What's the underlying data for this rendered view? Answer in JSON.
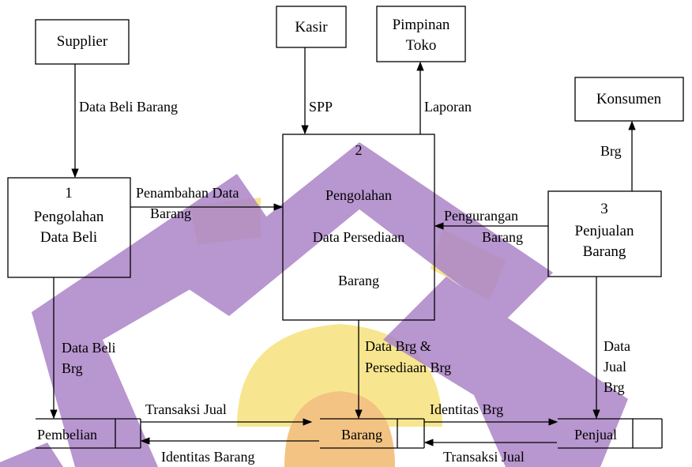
{
  "entities": {
    "supplier": "Supplier",
    "kasir": "Kasir",
    "pimpinan": [
      "Pimpinan",
      "Toko"
    ],
    "konsumen": "Konsumen"
  },
  "processes": {
    "p1": {
      "number": "1",
      "lines": [
        "Pengolahan",
        "Data Beli"
      ]
    },
    "p2": {
      "number": "2",
      "lines": [
        "Pengolahan",
        "Data Persediaan",
        "Barang"
      ]
    },
    "p3": {
      "number": "3",
      "lines": [
        "Penjualan",
        "Barang"
      ]
    }
  },
  "stores": {
    "pembelian": "Pembelian",
    "barang": "Barang",
    "penjual": "Penjual"
  },
  "flows": {
    "data_beli_barang": "Data Beli Barang",
    "spp": "SPP",
    "laporan": "Laporan",
    "brg": "Brg",
    "penambahan": [
      "Penambahan Data",
      "Barang"
    ],
    "pengurangan": [
      "Pengurangan",
      "Barang"
    ],
    "data_beli_brg": [
      "Data Beli",
      "Brg"
    ],
    "data_brg_persediaan": [
      "Data Brg &",
      "Persediaan Brg"
    ],
    "data_jual_brg": [
      "Data",
      "Jual",
      "Brg"
    ],
    "transaksi_jual_top": "Transaksi Jual",
    "identitas_barang": "Identitas Barang",
    "identitas_brg": "Identitas Brg",
    "transaksi_jual_bottom": "Transaksi Jual"
  },
  "colors": {
    "watermark_purple": "#a276c0",
    "watermark_yellow": "#f6e27c",
    "watermark_orange": "#f2b96e",
    "line": "#000000"
  }
}
